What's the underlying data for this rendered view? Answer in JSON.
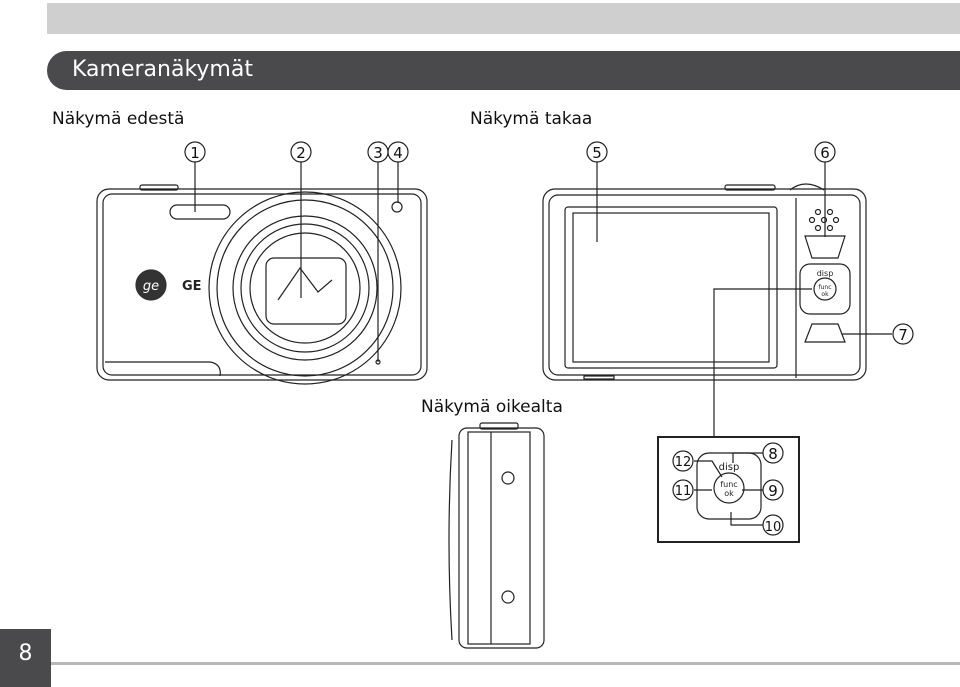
{
  "title": "Kameranäkymät",
  "sections": {
    "front": "Näkymä edestä",
    "back": "Näkymä takaa",
    "right": "Näkymä oikealta"
  },
  "callouts": [
    "1",
    "2",
    "3",
    "4",
    "5",
    "6",
    "7",
    "8",
    "9",
    "10",
    "11",
    "12"
  ],
  "logo_text": "GE",
  "buttons": {
    "disp": "disp",
    "func": "func",
    "ok": "ok"
  },
  "page_number": "8"
}
